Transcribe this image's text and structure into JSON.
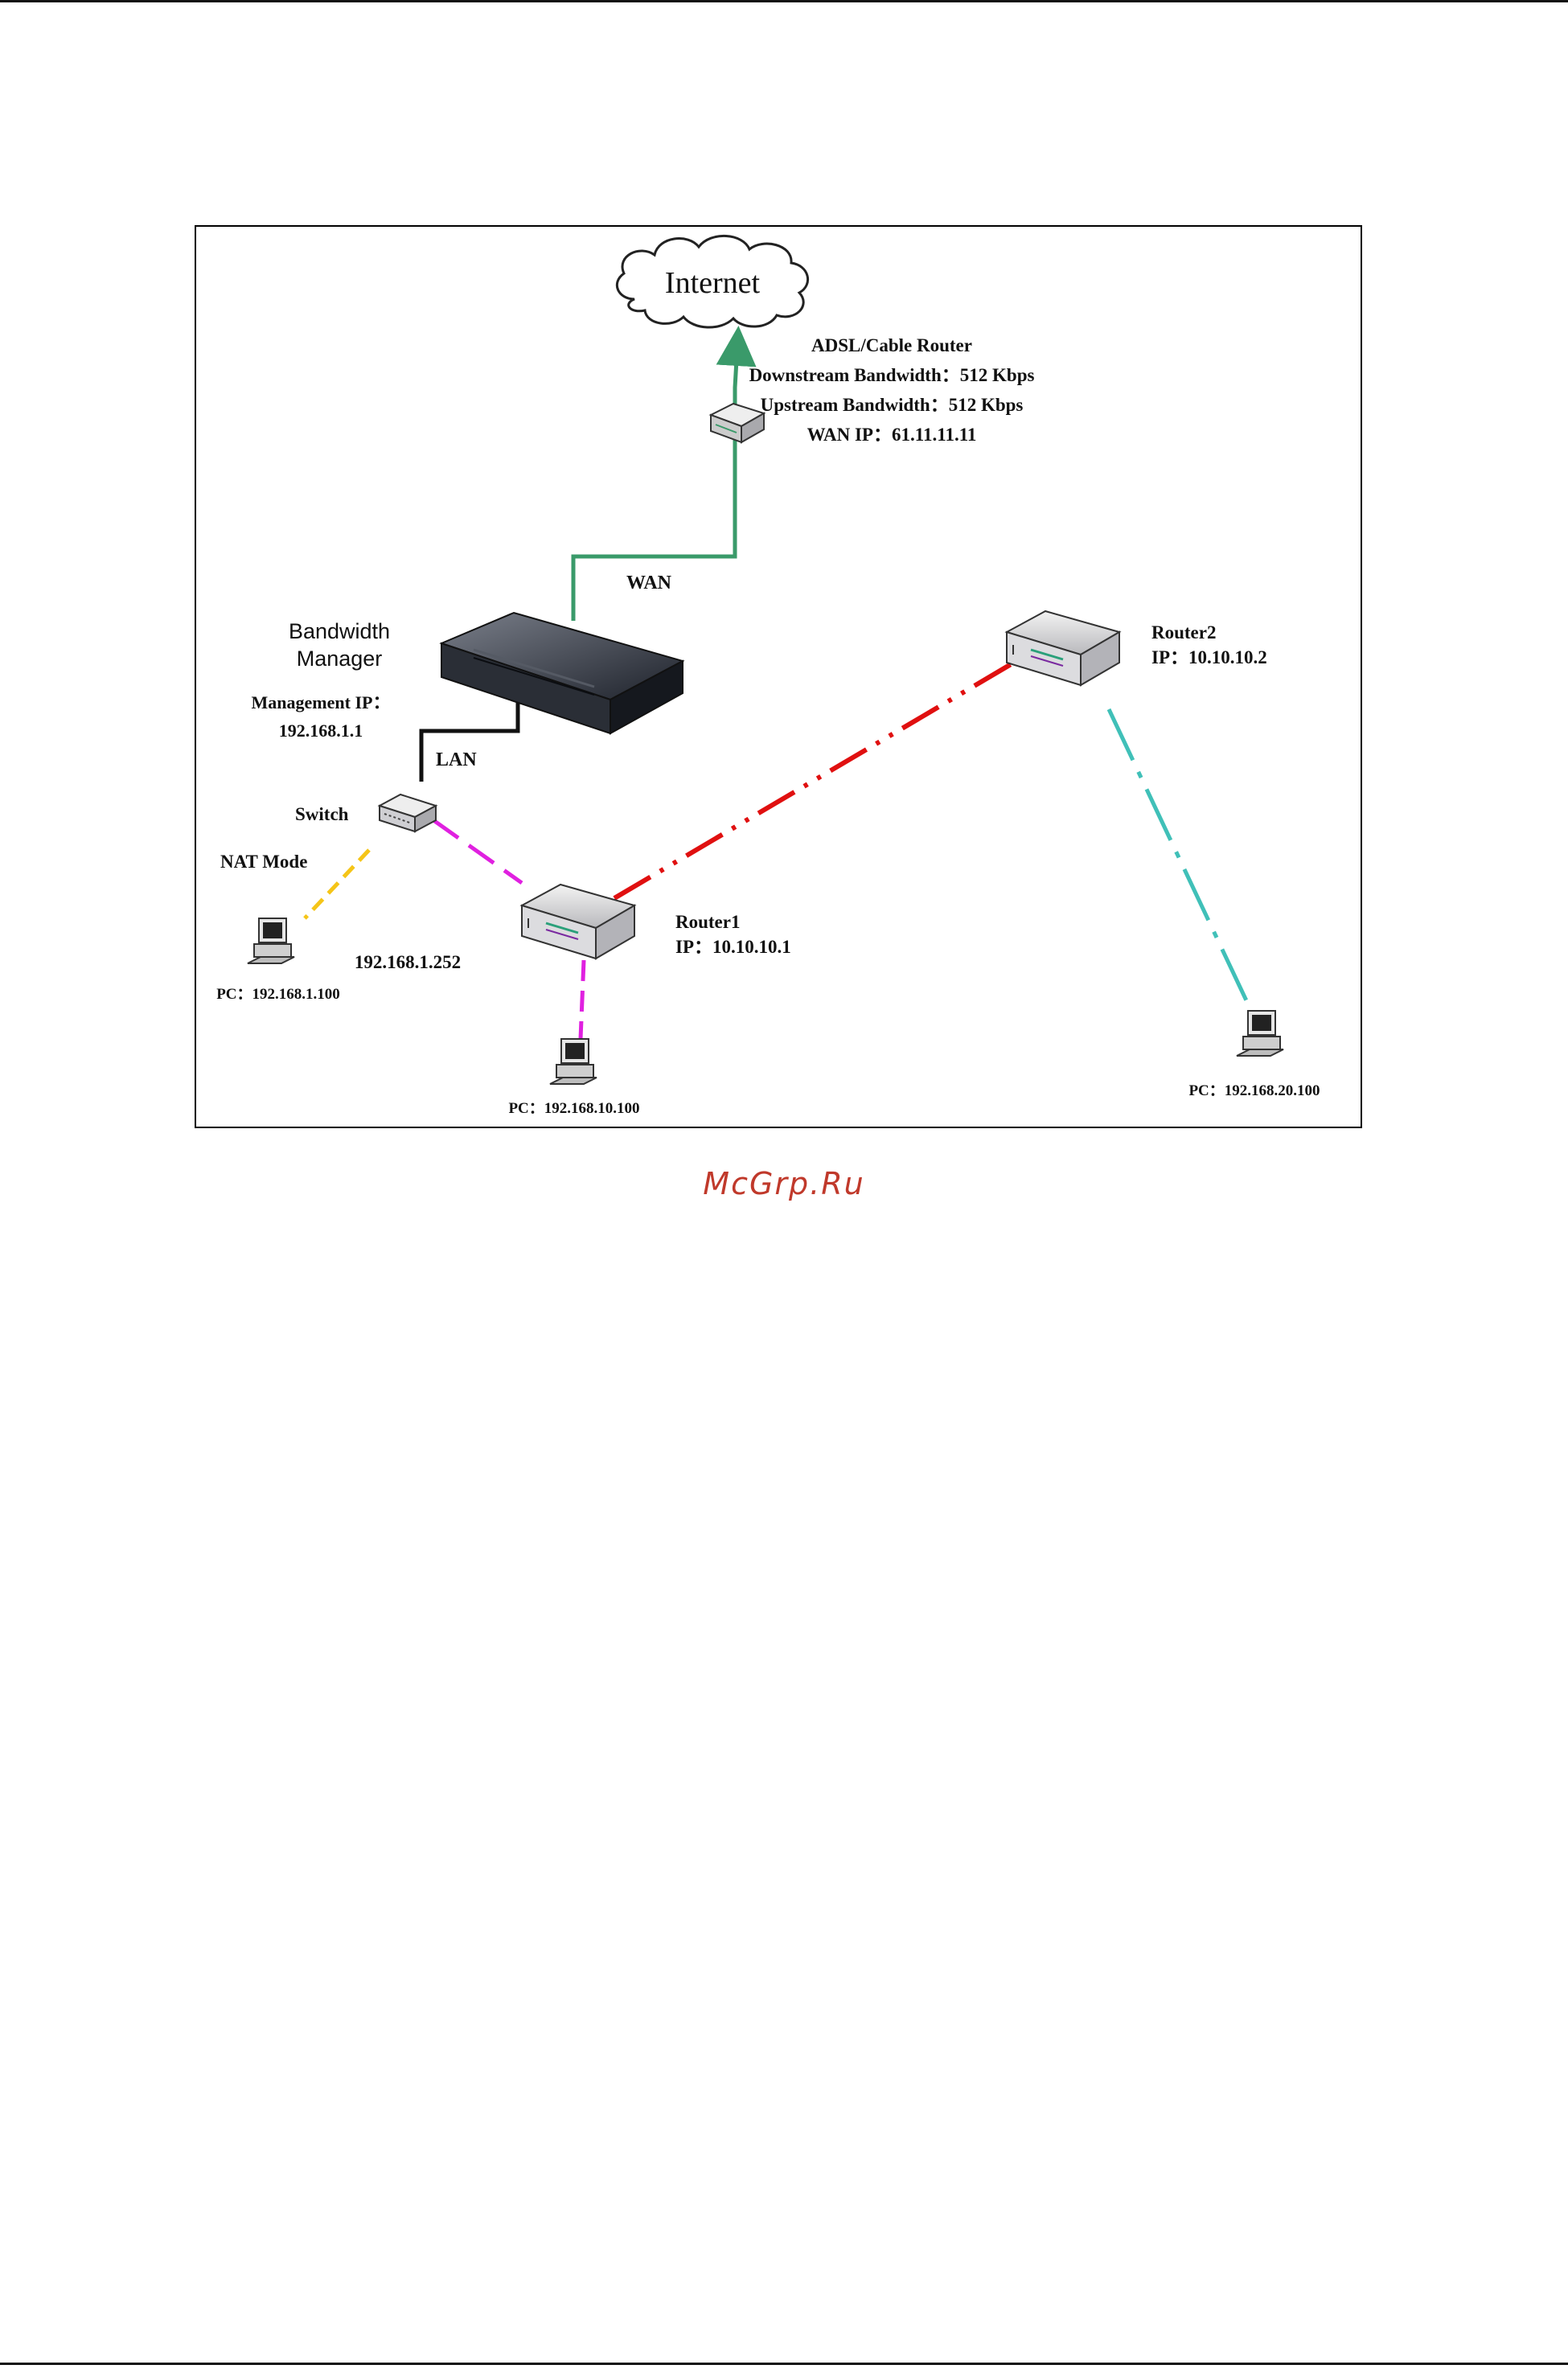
{
  "diagram": {
    "nodes": {
      "internet": {
        "label": "Internet"
      },
      "adsl_router": {
        "lines": [
          "ADSL/Cable Router",
          "Downstream Bandwidth：512 Kbps",
          "Upstream Bandwidth：512 Kbps",
          "WAN IP：61.11.11.11"
        ]
      },
      "bandwidth_manager": {
        "title_lines": [
          "Bandwidth",
          "Manager"
        ],
        "ip_lines": [
          "Management IP：",
          "192.168.1.1"
        ]
      },
      "switch": {
        "label": "Switch"
      },
      "router1": {
        "lines": [
          "Router1",
          "IP：10.10.10.1"
        ],
        "lan_ip": "192.168.1.252"
      },
      "router2": {
        "lines": [
          "Router2",
          "IP：10.10.10.2"
        ]
      },
      "pc1": {
        "label": "PC：192.168.1.100"
      },
      "pc2": {
        "label": "PC：192.168.10.100"
      },
      "pc3": {
        "label": "PC：192.168.20.100"
      }
    },
    "links": {
      "wan": {
        "label": "WAN",
        "color": "#3a9a6a"
      },
      "lan": {
        "label": "LAN",
        "color": "#111111"
      },
      "nat": {
        "label": "NAT Mode",
        "color": "#f5c518"
      },
      "switch_router1": {
        "color": "#e020e0"
      },
      "router1_router2": {
        "color": "#e01010"
      },
      "router2_pc": {
        "color": "#40c0b8"
      }
    }
  },
  "watermark": "McGrp.Ru"
}
